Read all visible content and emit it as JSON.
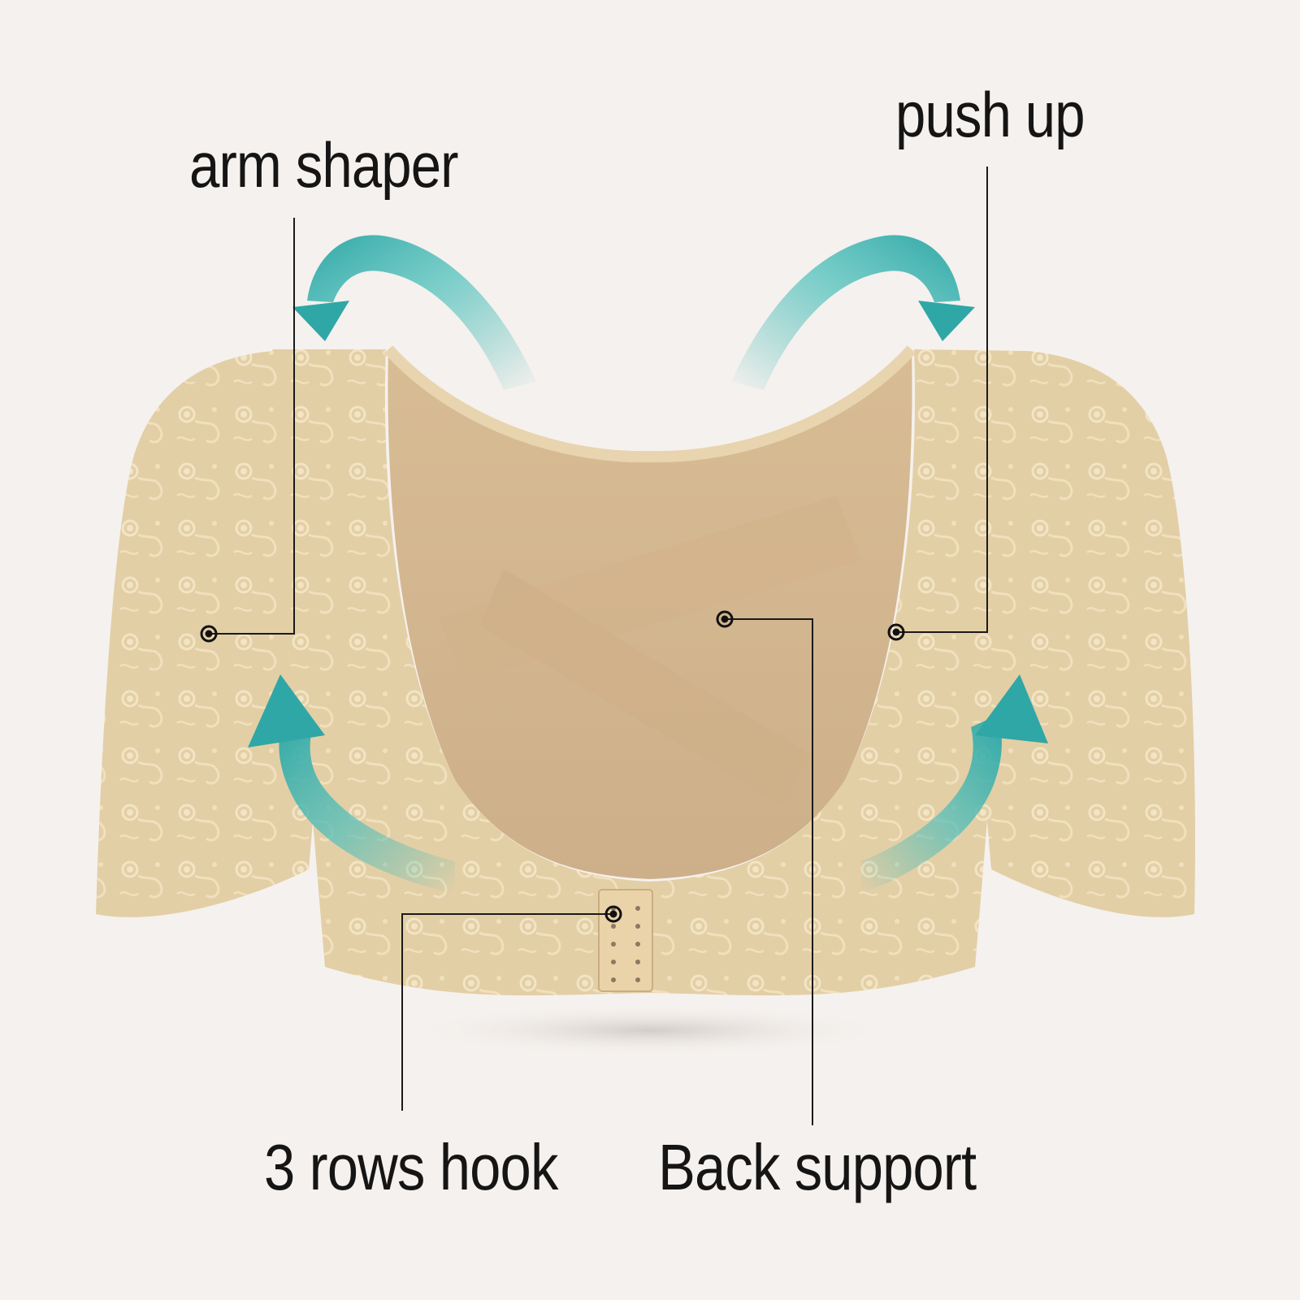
{
  "callouts": {
    "arm_shaper": "arm shaper",
    "push_up": "push up",
    "hooks": "3 rows hook",
    "back_support": "Back support"
  },
  "colors": {
    "background": "#f5f1ee",
    "fabric": "#e3cfa6",
    "lace": "#f3e4c4",
    "mesh": "#d6b992",
    "arrow": "#3fb7b3",
    "line": "#1a1a1a"
  },
  "icons": {
    "arrows": "curved-arrow-icon",
    "markers": "target-dot-icon"
  }
}
